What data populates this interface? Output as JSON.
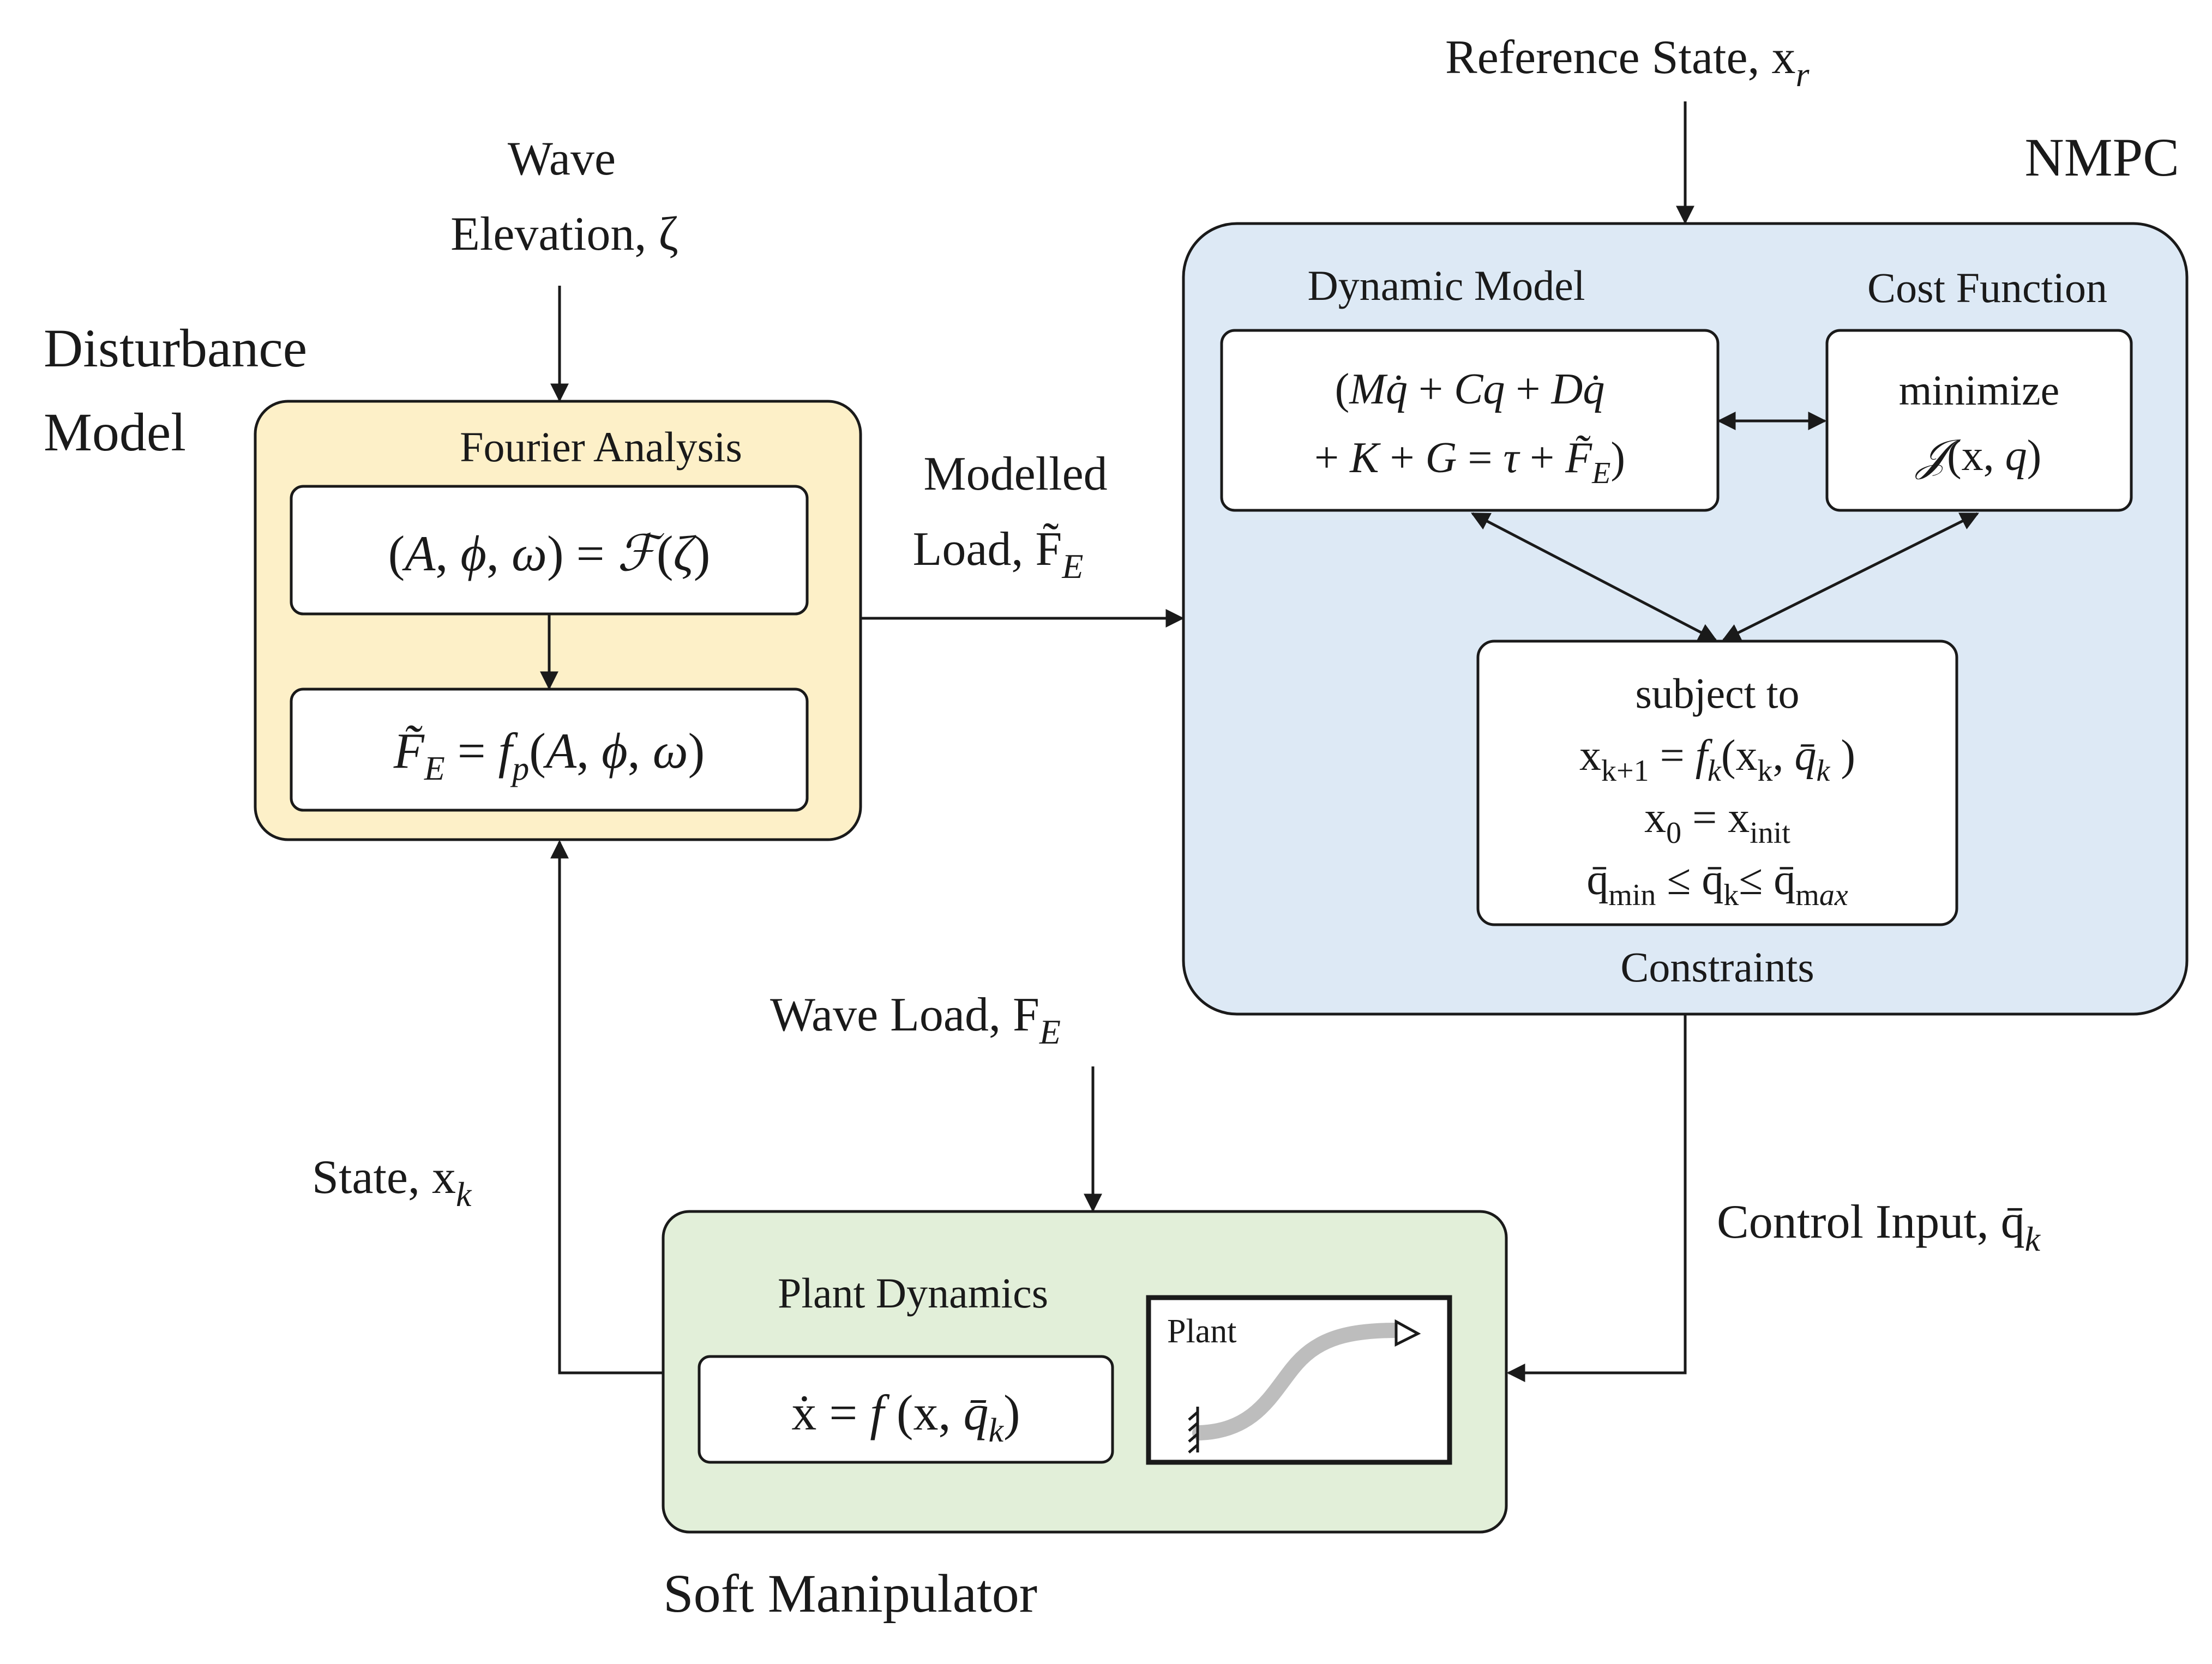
{
  "inputs": {
    "reference_state": "Reference State, x",
    "reference_state_sub": "r",
    "wave_elevation_line1": "Wave",
    "wave_elevation_line2": "Elevation, ζ",
    "modelled_load_line1": "Modelled",
    "modelled_load_line2": "Load, F̃",
    "modelled_load_sub": "E",
    "wave_load": "Wave Load, F",
    "wave_load_sub": "E",
    "state": "State, x",
    "state_sub": "k",
    "control_input": "Control Input, q̄",
    "control_input_sub": "k"
  },
  "disturbance_model": {
    "title_line1": "Disturbance",
    "title_line2": "Model",
    "section": "Fourier Analysis",
    "eq1": "(A, ϕ, ω) = ℱ(ζ)",
    "eq2": "F̃_E = f_p(A, ϕ, ω)",
    "fill": "#fdf0c8"
  },
  "nmpc": {
    "title": "NMPC",
    "dynamic_model_label": "Dynamic Model",
    "dynamic_eq1": "(Mq̇ + Cq + Dq̇",
    "dynamic_eq2": "+ K + G = τ + F̃_E)",
    "cost_function_label": "Cost Function",
    "cost_line1": "minimize",
    "cost_line2": "𝒥(x, q)",
    "constraints_label": "Constraints",
    "constraint_lines": [
      "subject to",
      "x_{k+1} = f_k(x_k, q̄_k )",
      "x_0 = x_init",
      "q̄_min ≤ q̄_k≤ q̄_max"
    ],
    "fill": "#dde9f5"
  },
  "soft_manipulator": {
    "title": "Soft Manipulator",
    "section": "Plant Dynamics",
    "eq": "ẋ = f (x, q̄_k)",
    "plant_label": "Plant",
    "fill": "#e2efd9"
  }
}
